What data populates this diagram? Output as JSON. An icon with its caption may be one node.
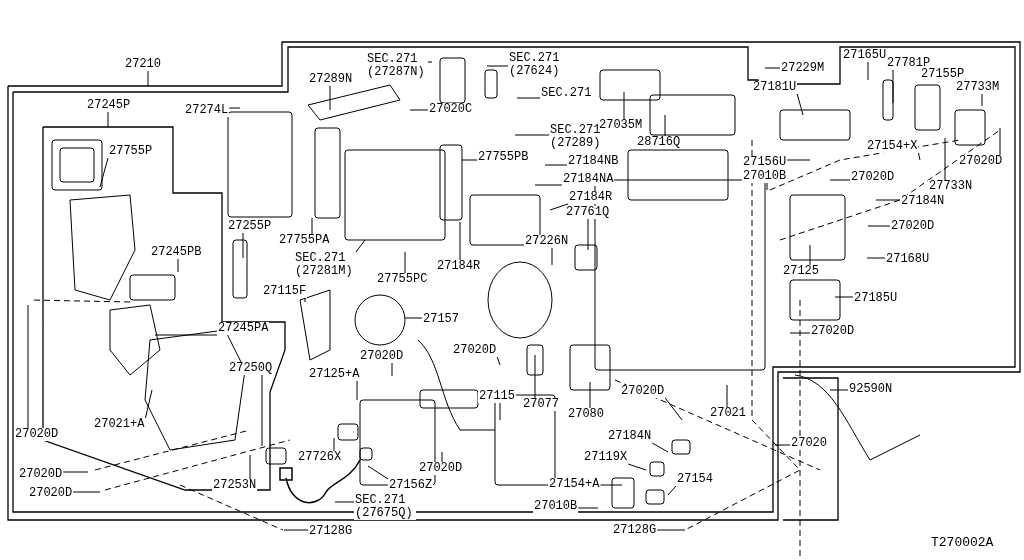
{
  "diagram": {
    "nodes": [
      {
        "text": [
          "27210"
        ]
      },
      {
        "text": [
          "27245P"
        ]
      },
      {
        "text": [
          "27274L"
        ]
      },
      {
        "text": [
          "27289N"
        ]
      },
      {
        "text": [
          "SEC.271 (27287N)"
        ]
      },
      {
        "text": [
          "SEC.271 (27624)"
        ]
      },
      {
        "text": [
          "SEC.271"
        ]
      },
      {
        "text": [
          "SEC.271 (27289)"
        ]
      },
      {
        "text": [
          "27020C"
        ]
      },
      {
        "text": [
          "27035M"
        ]
      },
      {
        "text": [
          "28716Q"
        ]
      },
      {
        "text": [
          "27229M"
        ]
      },
      {
        "text": [
          "27165U"
        ]
      },
      {
        "text": [
          "27781P"
        ]
      },
      {
        "text": [
          "27155P"
        ]
      },
      {
        "text": [
          "27733M"
        ]
      },
      {
        "text": [
          "27181U"
        ]
      },
      {
        "text": [
          "27755P"
        ]
      },
      {
        "text": [
          "27755PB"
        ]
      },
      {
        "text": [
          "27184NB"
        ]
      },
      {
        "text": [
          "27184NA"
        ]
      },
      {
        "text": [
          "27184R"
        ]
      },
      {
        "text": [
          "27761Q"
        ]
      },
      {
        "text": [
          "27156U"
        ]
      },
      {
        "text": [
          "27010B"
        ]
      },
      {
        "text": [
          "27154+X"
        ]
      },
      {
        "text": [
          "27020D"
        ]
      },
      {
        "text": [
          "27733N"
        ]
      },
      {
        "text": [
          "27020D"
        ]
      },
      {
        "text": [
          "27184N"
        ]
      },
      {
        "text": [
          "27020D"
        ]
      },
      {
        "text": [
          "27125"
        ]
      },
      {
        "text": [
          "27168U"
        ]
      },
      {
        "text": [
          "27185U"
        ]
      },
      {
        "text": [
          "27020D"
        ]
      },
      {
        "text": [
          "27226N"
        ]
      },
      {
        "text": [
          "27255P"
        ]
      },
      {
        "text": [
          "27245PB"
        ]
      },
      {
        "text": [
          "27755PA"
        ]
      },
      {
        "text": [
          "SEC.271 (27281M)"
        ]
      },
      {
        "text": [
          "27755PC"
        ]
      },
      {
        "text": [
          "27184R"
        ]
      },
      {
        "text": [
          "27115F"
        ]
      },
      {
        "text": [
          "27157"
        ]
      },
      {
        "text": [
          "27245PA"
        ]
      },
      {
        "text": [
          "27250Q"
        ]
      },
      {
        "text": [
          "27020D"
        ]
      },
      {
        "text": [
          "27125+A"
        ]
      },
      {
        "text": [
          "27020D"
        ]
      },
      {
        "text": [
          "27115"
        ]
      },
      {
        "text": [
          "27077"
        ]
      },
      {
        "text": [
          "27080"
        ]
      },
      {
        "text": [
          "27020D"
        ]
      },
      {
        "text": [
          "27021"
        ]
      },
      {
        "text": [
          "27021+A"
        ]
      },
      {
        "text": [
          "27020D"
        ]
      },
      {
        "text": [
          "27726X"
        ]
      },
      {
        "text": [
          "27020D"
        ]
      },
      {
        "text": [
          "27156Z"
        ]
      },
      {
        "text": [
          "27253N"
        ]
      },
      {
        "text": [
          "27020D"
        ]
      },
      {
        "text": [
          "27020D"
        ]
      },
      {
        "text": [
          "SEC.271 (27675Q)"
        ]
      },
      {
        "text": [
          "27128G"
        ]
      },
      {
        "text": [
          "27184N"
        ]
      },
      {
        "text": [
          "27119X"
        ]
      },
      {
        "text": [
          "27154+A"
        ]
      },
      {
        "text": [
          "27154"
        ]
      },
      {
        "text": [
          "27010B"
        ]
      },
      {
        "text": [
          "27128G"
        ]
      },
      {
        "text": [
          "27020"
        ]
      },
      {
        "text": [
          "92590N"
        ]
      }
    ],
    "edges": [
      {
        "from": 0,
        "to": null,
        "arrow": "none"
      },
      {
        "from": 1,
        "to": null,
        "arrow": "none"
      },
      {
        "from": 2,
        "to": null,
        "arrow": "none"
      },
      {
        "from": 3,
        "to": null,
        "arrow": "none"
      },
      {
        "from": 4,
        "to": null,
        "arrow": "none"
      },
      {
        "from": 5,
        "to": null,
        "arrow": "none"
      },
      {
        "from": 6,
        "to": null,
        "arrow": "none"
      },
      {
        "from": 7,
        "to": null,
        "arrow": "none"
      },
      {
        "from": 8,
        "to": null,
        "arrow": "none"
      },
      {
        "from": 9,
        "to": null,
        "arrow": "none"
      },
      {
        "from": 10,
        "to": null,
        "arrow": "none"
      },
      {
        "from": 11,
        "to": null,
        "arrow": "none"
      },
      {
        "from": 12,
        "to": null,
        "arrow": "none"
      },
      {
        "from": 13,
        "to": null,
        "arrow": "none"
      },
      {
        "from": 14,
        "to": null,
        "arrow": "none"
      },
      {
        "from": 15,
        "to": null,
        "arrow": "none"
      },
      {
        "from": 16,
        "to": null,
        "arrow": "none"
      },
      {
        "from": 17,
        "to": null,
        "arrow": "none"
      },
      {
        "from": 18,
        "to": null,
        "arrow": "none"
      },
      {
        "from": 19,
        "to": null,
        "arrow": "none"
      },
      {
        "from": 20,
        "to": null,
        "arrow": "none"
      },
      {
        "from": 21,
        "to": null,
        "arrow": "none"
      },
      {
        "from": 22,
        "to": null,
        "arrow": "none"
      },
      {
        "from": 23,
        "to": null,
        "arrow": "none"
      },
      {
        "from": 24,
        "to": null,
        "arrow": "none"
      },
      {
        "from": 25,
        "to": null,
        "arrow": "none"
      },
      {
        "from": 26,
        "to": null,
        "arrow": "none"
      },
      {
        "from": 27,
        "to": null,
        "arrow": "none"
      },
      {
        "from": 28,
        "to": null,
        "arrow": "none"
      },
      {
        "from": 29,
        "to": null,
        "arrow": "none"
      },
      {
        "from": 30,
        "to": null,
        "arrow": "none"
      },
      {
        "from": 31,
        "to": null,
        "arrow": "none"
      },
      {
        "from": 32,
        "to": null,
        "arrow": "none"
      },
      {
        "from": 33,
        "to": null,
        "arrow": "none"
      },
      {
        "from": 34,
        "to": null,
        "arrow": "none"
      },
      {
        "from": 35,
        "to": null,
        "arrow": "none"
      },
      {
        "from": 36,
        "to": null,
        "arrow": "none"
      },
      {
        "from": 37,
        "to": null,
        "arrow": "none"
      },
      {
        "from": 38,
        "to": null,
        "arrow": "none"
      },
      {
        "from": 39,
        "to": null,
        "arrow": "none"
      },
      {
        "from": 40,
        "to": null,
        "arrow": "none"
      },
      {
        "from": 41,
        "to": null,
        "arrow": "none"
      },
      {
        "from": 42,
        "to": null,
        "arrow": "none"
      },
      {
        "from": 43,
        "to": null,
        "arrow": "none"
      },
      {
        "from": 44,
        "to": null,
        "arrow": "none"
      },
      {
        "from": 45,
        "to": null,
        "arrow": "none"
      },
      {
        "from": 46,
        "to": null,
        "arrow": "none"
      },
      {
        "from": 47,
        "to": null,
        "arrow": "none"
      },
      {
        "from": 48,
        "to": null,
        "arrow": "none"
      },
      {
        "from": 49,
        "to": null,
        "arrow": "none"
      },
      {
        "from": 50,
        "to": null,
        "arrow": "none"
      },
      {
        "from": 51,
        "to": null,
        "arrow": "none"
      },
      {
        "from": 52,
        "to": null,
        "arrow": "none"
      },
      {
        "from": 53,
        "to": null,
        "arrow": "none"
      },
      {
        "from": 54,
        "to": null,
        "arrow": "none"
      },
      {
        "from": 55,
        "to": null,
        "arrow": "none"
      },
      {
        "from": 56,
        "to": null,
        "arrow": "none"
      },
      {
        "from": 57,
        "to": null,
        "arrow": "none"
      },
      {
        "from": 58,
        "to": null,
        "arrow": "none"
      },
      {
        "from": 59,
        "to": null,
        "arrow": "none"
      },
      {
        "from": 60,
        "to": null,
        "arrow": "none"
      },
      {
        "from": 61,
        "to": null,
        "arrow": "none"
      },
      {
        "from": 62,
        "to": null,
        "arrow": "none"
      },
      {
        "from": 63,
        "to": null,
        "arrow": "none"
      },
      {
        "from": 64,
        "to": null,
        "arrow": "none"
      },
      {
        "from": 65,
        "to": null,
        "arrow": "none"
      },
      {
        "from": 66,
        "to": null,
        "arrow": "none"
      },
      {
        "from": 67,
        "to": null,
        "arrow": "none"
      },
      {
        "from": 68,
        "to": null,
        "arrow": "none"
      },
      {
        "from": 69,
        "to": null,
        "arrow": "none"
      },
      {
        "from": 70,
        "to": null,
        "arrow": "none"
      },
      {
        "from": 71,
        "to": null,
        "arrow": "none"
      }
    ],
    "labels": [
      "T270002A"
    ]
  }
}
